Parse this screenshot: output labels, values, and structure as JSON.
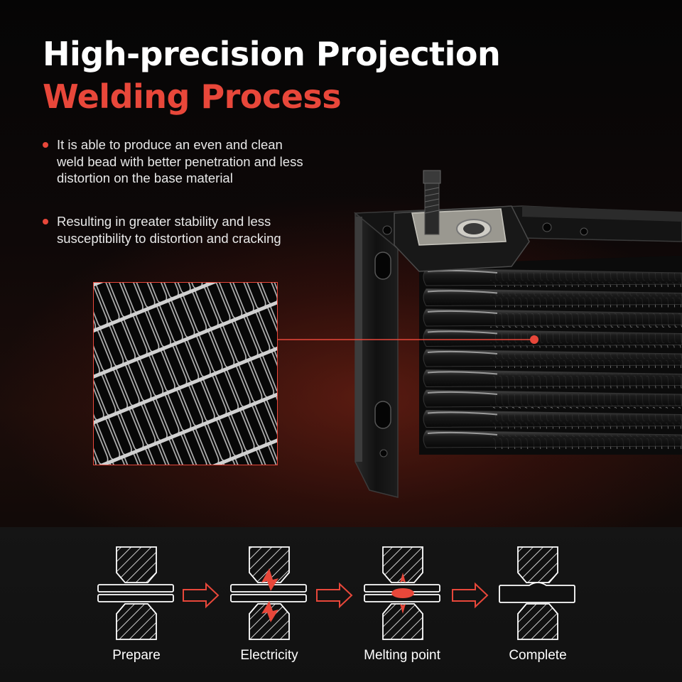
{
  "heading": {
    "line1": "High-precision Projection",
    "line2": "Welding Process"
  },
  "bullets": [
    "It is able to produce an even and clean weld bead with better penetration and less distortion on the base material",
    "Resulting in greater stability and less susceptibility to distortion and cracking"
  ],
  "process_steps": [
    {
      "label": "Prepare",
      "icon": "prepare-weld-icon"
    },
    {
      "label": "Electricity",
      "icon": "electricity-weld-icon"
    },
    {
      "label": "Melting point",
      "icon": "melting-point-weld-icon"
    },
    {
      "label": "Complete",
      "icon": "complete-weld-icon"
    }
  ],
  "colors": {
    "accent": "#e8473a",
    "heading": "#ffffff",
    "background": "#0a0a0a"
  }
}
